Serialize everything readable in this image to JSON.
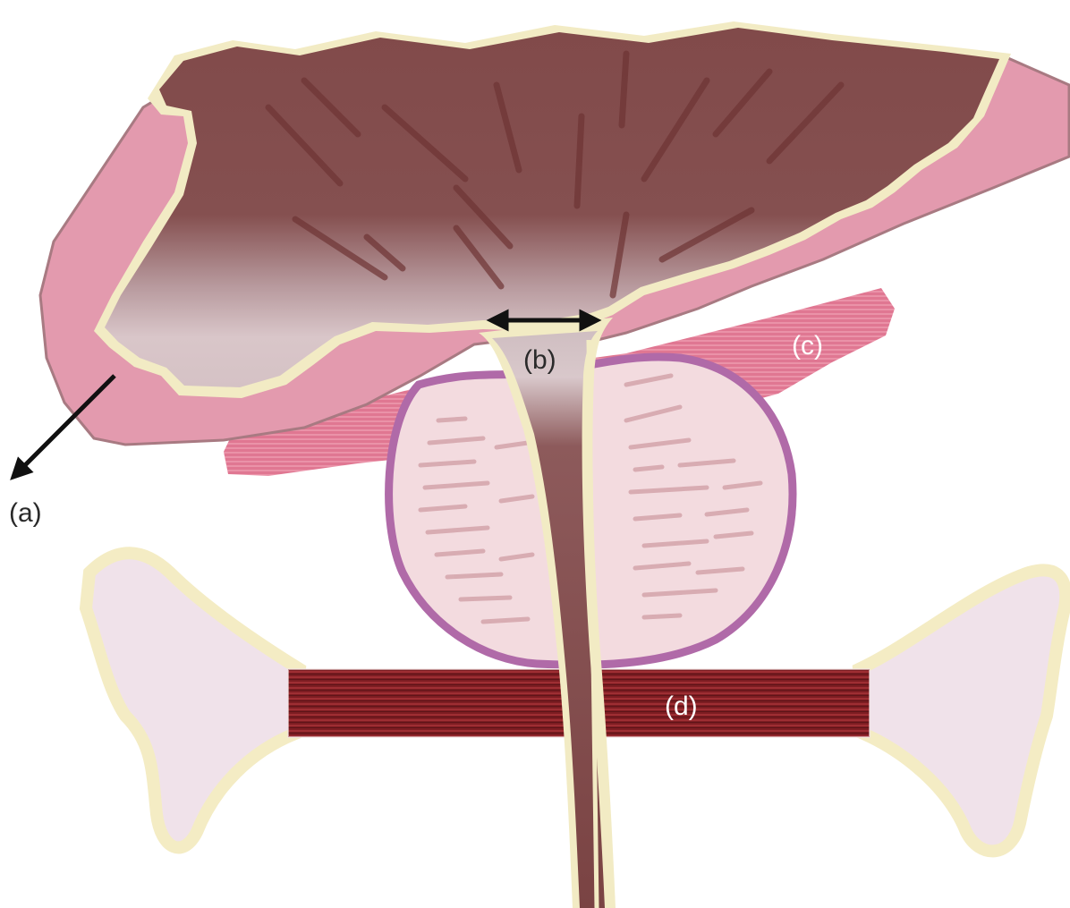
{
  "labels": {
    "a": "(a)",
    "b": "(b)",
    "c": "(c)",
    "d": "(d)"
  },
  "colors": {
    "bladder_lumen_dark": "#814a4a",
    "bladder_wall_pink": "#e39aae",
    "wall_outline_cream": "#f2ebc4",
    "muscle_bundle_pink": "#e0718f",
    "prostate_fill": "#f3dbdf",
    "prostate_capsule": "#b06aa8",
    "pelvic_bone_fill": "#f0e2ea",
    "bone_outline": "#f4ecc4",
    "pelvic_floor_muscle": "#8a2228",
    "arrow": "#111111"
  }
}
